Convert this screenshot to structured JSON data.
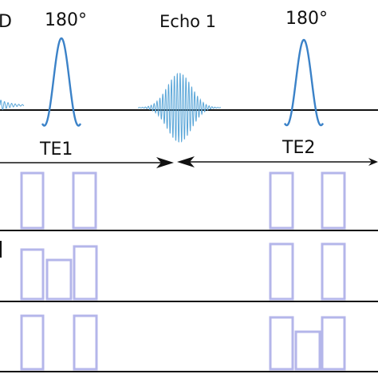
{
  "labels": {
    "fid_fragment": "D",
    "pulse1": "180°",
    "echo": "Echo 1",
    "pulse2": "180°",
    "interval1": "TE1",
    "interval2": "TE2"
  },
  "colors": {
    "rf_pulse": "#3b82c8",
    "echo_signal": "#5aa6d8",
    "gradient": "#b4b6ea",
    "line": "#111111"
  }
}
